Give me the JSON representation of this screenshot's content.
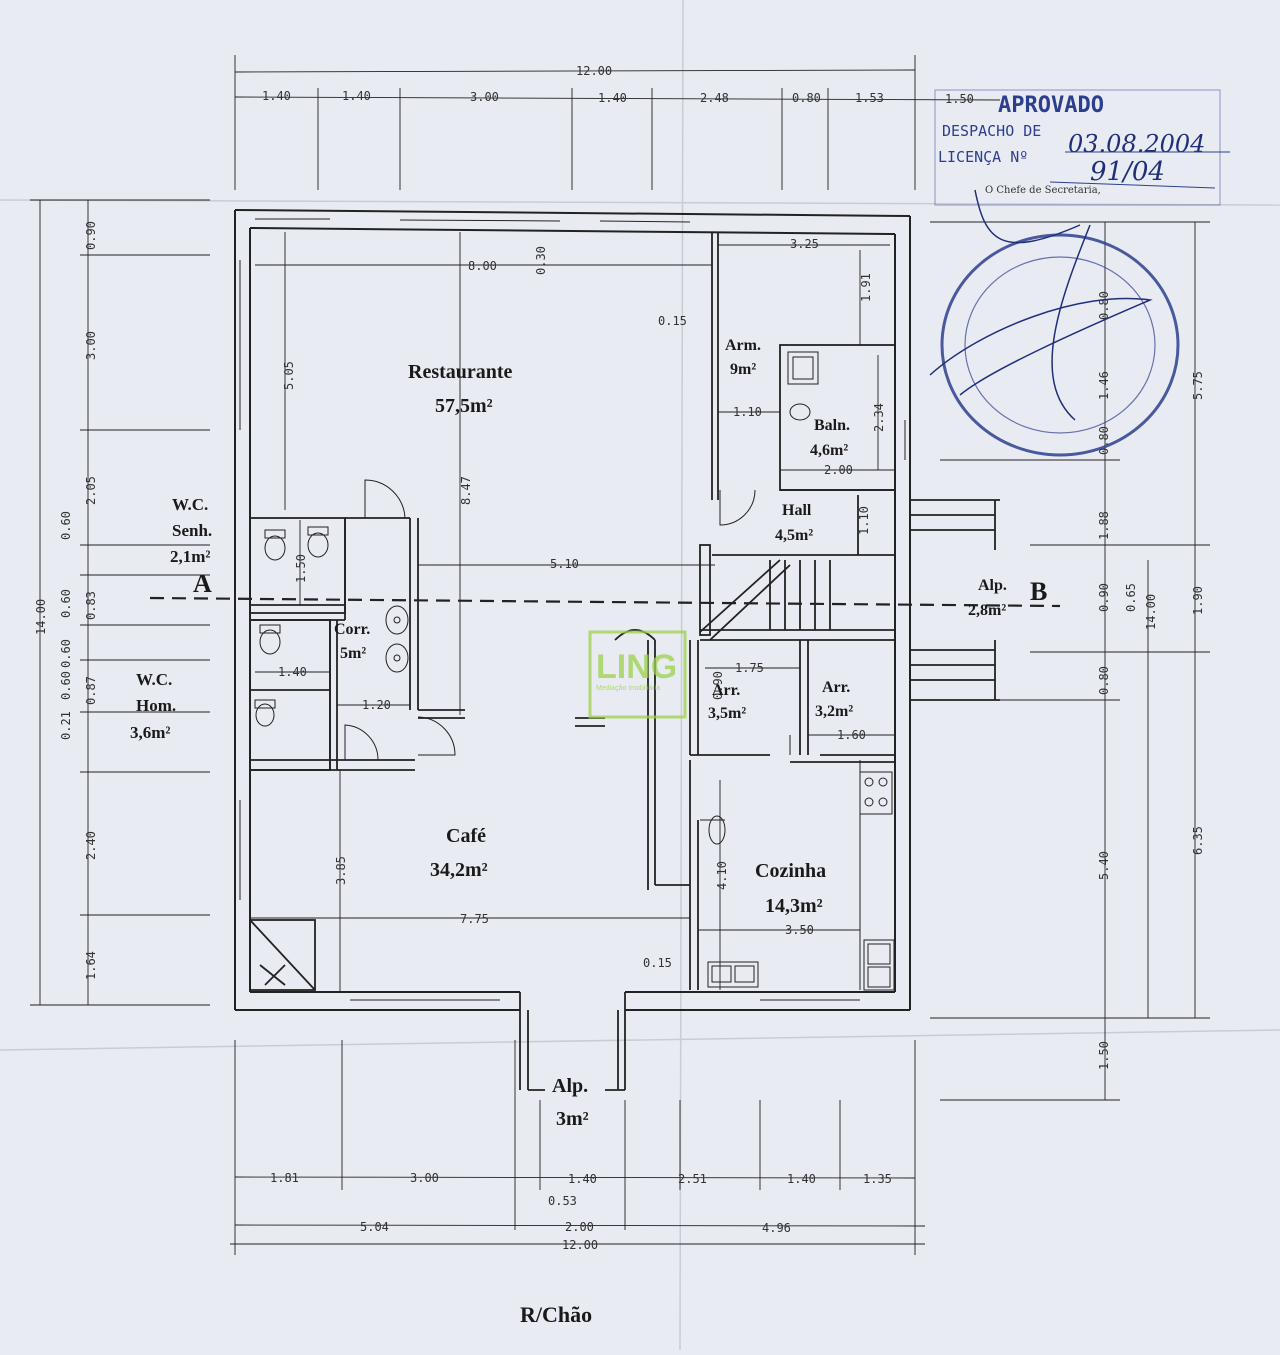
{
  "plan": {
    "title": "R/Chão",
    "section_a": "A",
    "section_b": "B",
    "rooms": {
      "restaurante": {
        "name": "Restaurante",
        "area": "57,5m²"
      },
      "cafe": {
        "name": "Café",
        "area": "34,2m²"
      },
      "cozinha": {
        "name": "Cozinha",
        "area": "14,3m²"
      },
      "wc_senh": {
        "name1": "W.C.",
        "name2": "Senh.",
        "area": "2,1m²"
      },
      "wc_hom": {
        "name1": "W.C.",
        "name2": "Hom.",
        "area": "3,6m²"
      },
      "corr": {
        "name": "Corr.",
        "area": "5m²"
      },
      "arm_top": {
        "name": "Arm.",
        "area": "9m²"
      },
      "baln": {
        "name": "Baln.",
        "area": "4,6m²"
      },
      "hall": {
        "name": "Hall",
        "area": "4,5m²"
      },
      "arr_left": {
        "name": "Arr.",
        "area": "3,5m²"
      },
      "arr_right": {
        "name": "Arr.",
        "area": "3,2m²"
      },
      "alp_side": {
        "name": "Alp.",
        "area": "2,8m²"
      },
      "alp_front": {
        "name": "Alp.",
        "area": "3m²"
      }
    },
    "dimensions": {
      "top_total": "12.00",
      "top_segments": [
        "1.40",
        "1.40",
        "3.00",
        "1.40",
        "2.48",
        "0.80",
        "1.53",
        "1.50"
      ],
      "left_total": "14.00",
      "left_segments": [
        "0.90",
        "3.00",
        "2.05",
        "0.60",
        "0.60",
        "0.83",
        "0.60",
        "0.87",
        "0.60",
        "0.21",
        "2.40",
        "1.64"
      ],
      "right_outer_total": "14.00",
      "right_outer_segments": [
        "5.75",
        "1.90",
        "6.35"
      ],
      "right_inner_segments": [
        "0.80",
        "1.46",
        "0.80",
        "1.88",
        "0.90",
        "0.65",
        "0.80",
        "5.40",
        "1.50"
      ],
      "bottom_row1": [
        "1.81",
        "3.00",
        "1.40",
        "2.51",
        "1.40",
        "1.35"
      ],
      "bottom_row1_extra": "0.53",
      "bottom_row2": [
        "5.04",
        "2.00",
        "4.96"
      ],
      "bottom_total": "12.00",
      "interior": {
        "d_8_00": "8.00",
        "d_0_30": "0.30",
        "d_3_25": "3.25",
        "d_1_91": "1.91",
        "d_0_15a": "0.15",
        "d_5_05": "5.05",
        "d_8_47": "8.47",
        "d_1_10a": "1.10",
        "d_2_34": "2.34",
        "d_2_00": "2.00",
        "d_1_10b": "1.10",
        "d_5_10": "5.10",
        "d_1_50": "1.50",
        "d_1_40": "1.40",
        "d_1_20": "1.20",
        "d_1_75": "1.75",
        "d_0_90": "0.90",
        "d_1_60": "1.60",
        "d_3_85": "3.85",
        "d_7_75": "7.75",
        "d_4_10": "4.10",
        "d_3_50": "3.50",
        "d_0_15b": "0.15"
      }
    }
  },
  "stamp": {
    "heading": "APROVADO",
    "line1_label": "DESPACHO DE",
    "line1_value": "03.08.2004",
    "line2_label": "LICENÇA Nº",
    "line2_value": "91/04",
    "line3": "O Chefe de Secretaria,"
  },
  "watermark": {
    "text": "LING",
    "subtext": "Mediação Imobiliária",
    "color": "#9bd24a"
  },
  "colors": {
    "paper": "#e9ebf2",
    "ink": "#222222",
    "stamp": "#2c3f8f"
  }
}
